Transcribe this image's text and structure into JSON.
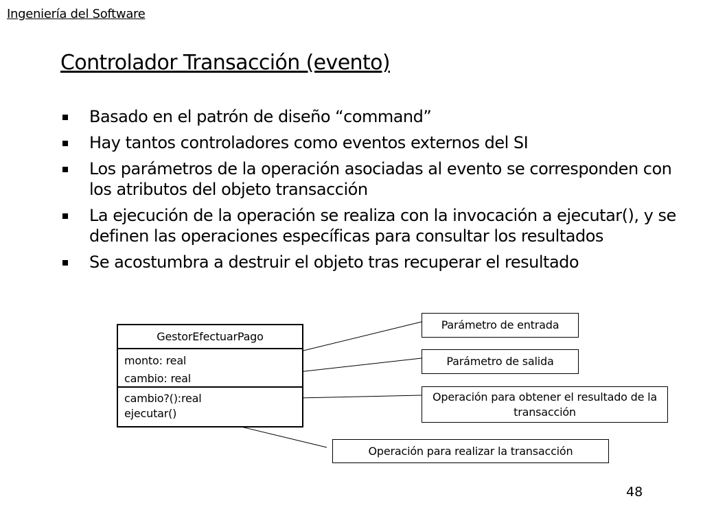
{
  "header": {
    "course": "Ingeniería del Software"
  },
  "slide": {
    "title": "Controlador Transacción (evento)",
    "bullets": [
      "Basado en el patrón de diseño “command”",
      "Hay tantos controladores como eventos externos del SI",
      "Los parámetros de la operación asociadas al evento se corresponden con los atributos del objeto transacción",
      "La ejecución de la operación se realiza con la invocación a ejecutar(), y se definen las operaciones específicas para consultar los resultados",
      "Se acostumbra a destruir el objeto tras recuperar el resultado"
    ]
  },
  "diagram": {
    "class_name": "GestorEfectuarPago",
    "attributes": [
      "monto: real",
      "cambio: real"
    ],
    "operations": [
      "cambio?():real",
      "ejecutar()"
    ],
    "notes": {
      "input_param": "Parámetro de entrada",
      "output_param": "Parámetro de salida",
      "get_result": "Operación para obtener el resultado de la transacción",
      "execute": "Operación para realizar la transacción"
    }
  },
  "footer": {
    "page_number": "48"
  }
}
